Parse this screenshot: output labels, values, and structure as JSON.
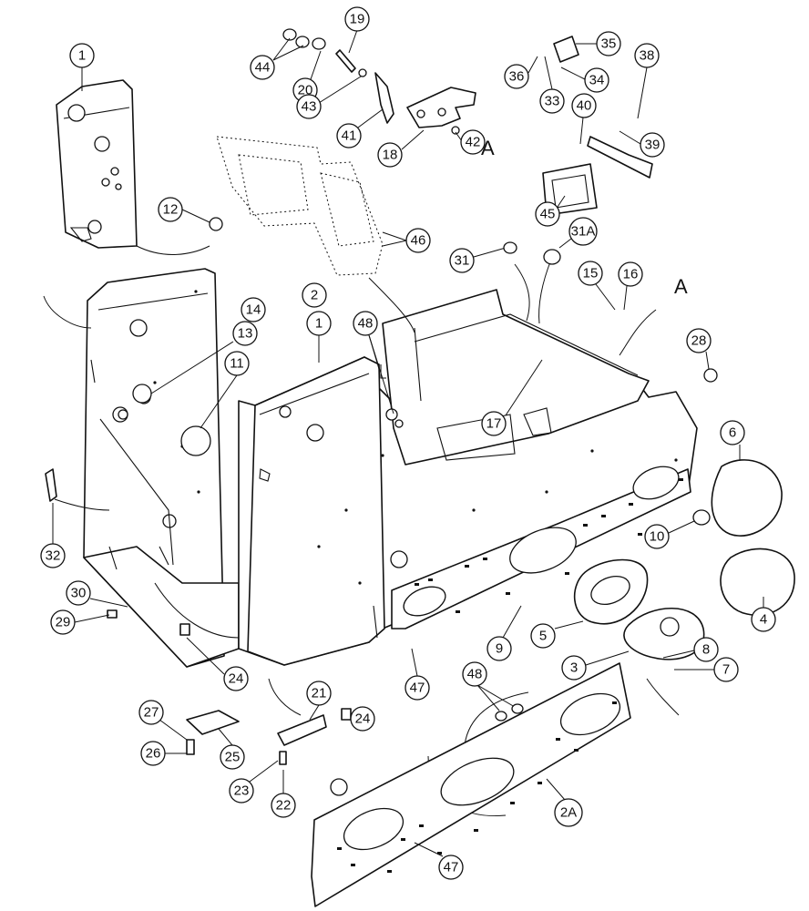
{
  "diagram": {
    "callouts": [
      {
        "id": "c1a",
        "label": "1"
      },
      {
        "id": "c1b",
        "label": "1"
      },
      {
        "id": "c2",
        "label": "2"
      },
      {
        "id": "c2a",
        "label": "2A"
      },
      {
        "id": "c3",
        "label": "3"
      },
      {
        "id": "c4",
        "label": "4"
      },
      {
        "id": "c5",
        "label": "5"
      },
      {
        "id": "c6",
        "label": "6"
      },
      {
        "id": "c7",
        "label": "7"
      },
      {
        "id": "c8",
        "label": "8"
      },
      {
        "id": "c9",
        "label": "9"
      },
      {
        "id": "c10",
        "label": "10"
      },
      {
        "id": "c11",
        "label": "11"
      },
      {
        "id": "c12",
        "label": "12"
      },
      {
        "id": "c13",
        "label": "13"
      },
      {
        "id": "c14",
        "label": "14"
      },
      {
        "id": "c15",
        "label": "15"
      },
      {
        "id": "c16",
        "label": "16"
      },
      {
        "id": "c17",
        "label": "17"
      },
      {
        "id": "c18",
        "label": "18"
      },
      {
        "id": "c19",
        "label": "19"
      },
      {
        "id": "c20",
        "label": "20"
      },
      {
        "id": "c21",
        "label": "21"
      },
      {
        "id": "c22",
        "label": "22"
      },
      {
        "id": "c23",
        "label": "23"
      },
      {
        "id": "c24a",
        "label": "24"
      },
      {
        "id": "c24b",
        "label": "24"
      },
      {
        "id": "c25",
        "label": "25"
      },
      {
        "id": "c26",
        "label": "26"
      },
      {
        "id": "c27",
        "label": "27"
      },
      {
        "id": "c28",
        "label": "28"
      },
      {
        "id": "c29",
        "label": "29"
      },
      {
        "id": "c30",
        "label": "30"
      },
      {
        "id": "c31",
        "label": "31"
      },
      {
        "id": "c31a",
        "label": "31A"
      },
      {
        "id": "c32",
        "label": "32"
      },
      {
        "id": "c33",
        "label": "33"
      },
      {
        "id": "c34",
        "label": "34"
      },
      {
        "id": "c35",
        "label": "35"
      },
      {
        "id": "c36",
        "label": "36"
      },
      {
        "id": "c38",
        "label": "38"
      },
      {
        "id": "c39",
        "label": "39"
      },
      {
        "id": "c40",
        "label": "40"
      },
      {
        "id": "c41",
        "label": "41"
      },
      {
        "id": "c42",
        "label": "42"
      },
      {
        "id": "c43",
        "label": "43"
      },
      {
        "id": "c44",
        "label": "44"
      },
      {
        "id": "c45",
        "label": "45"
      },
      {
        "id": "c46",
        "label": "46"
      },
      {
        "id": "c47a",
        "label": "47"
      },
      {
        "id": "c47b",
        "label": "47"
      },
      {
        "id": "c48a",
        "label": "48"
      },
      {
        "id": "c48b",
        "label": "48"
      }
    ],
    "reference_marks": [
      {
        "id": "refA1",
        "label": "A"
      },
      {
        "id": "refA2",
        "label": "A"
      }
    ]
  }
}
